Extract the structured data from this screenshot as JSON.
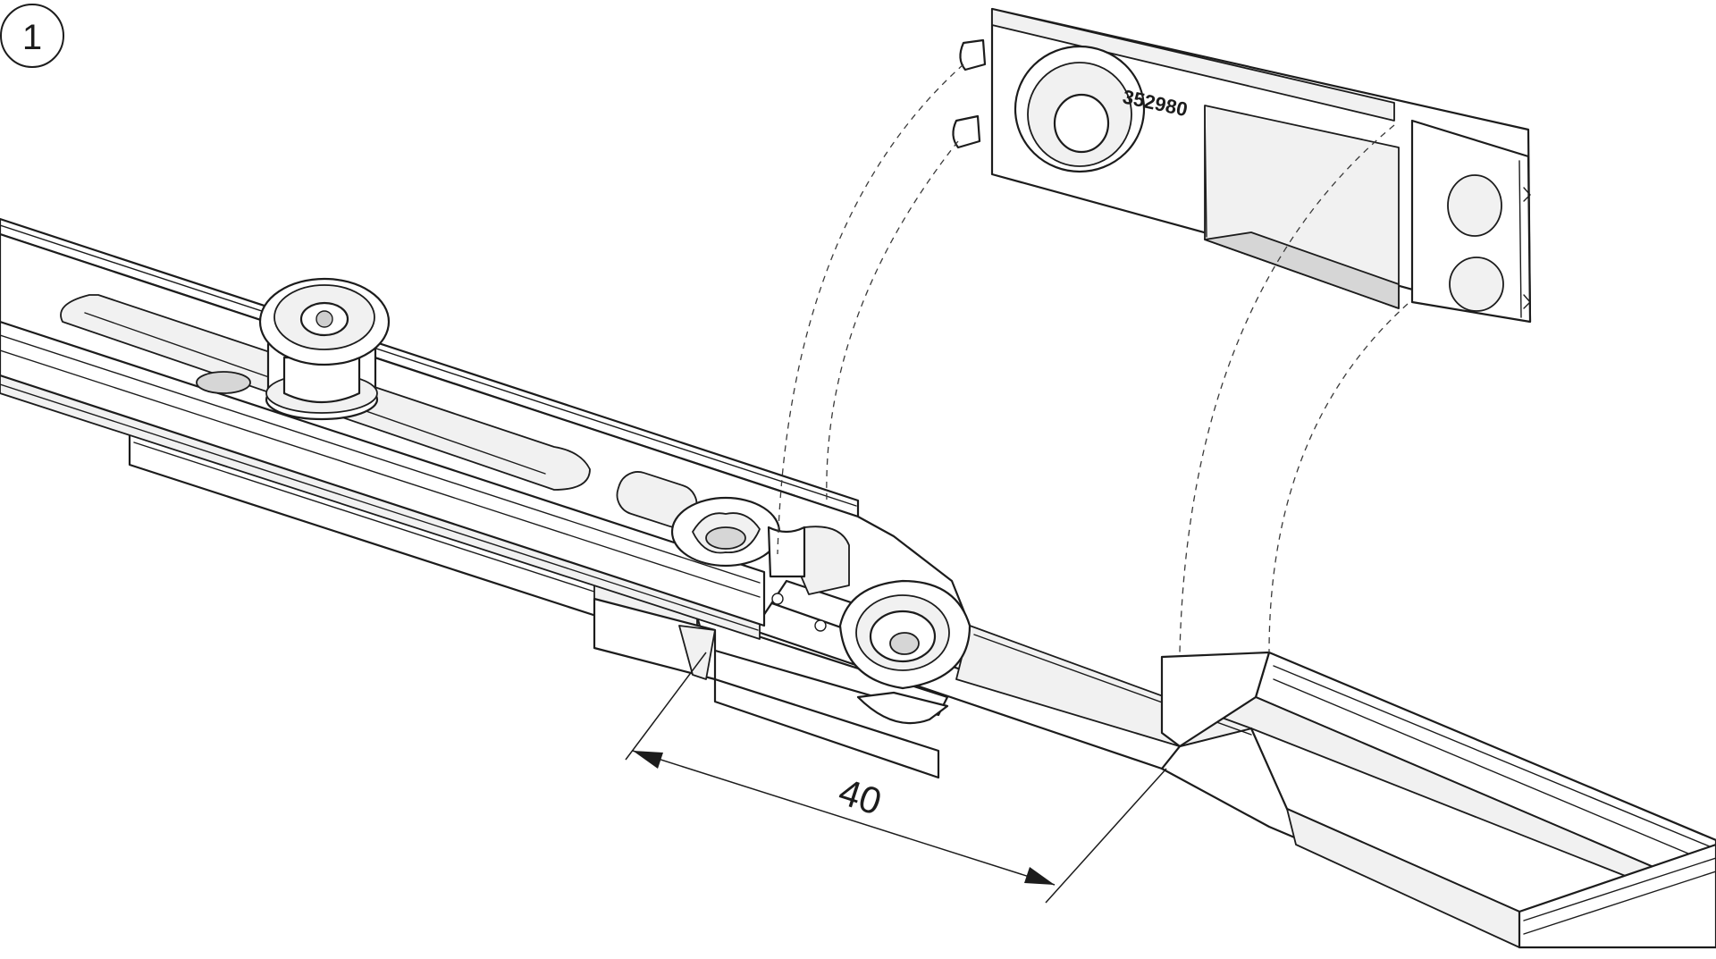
{
  "figure": {
    "step_number": "1",
    "part_number": "352980",
    "dimension_value": "40"
  }
}
